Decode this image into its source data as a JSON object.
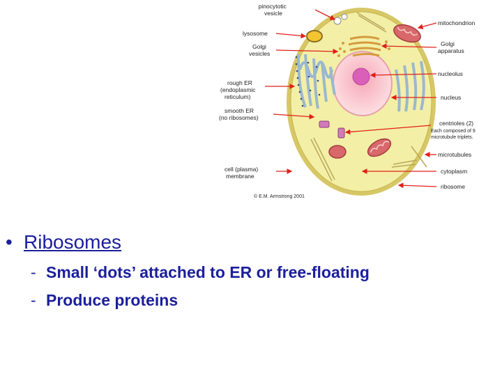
{
  "diagram": {
    "labels": {
      "pinocytotic": [
        "pinocytotic",
        "vesicle"
      ],
      "lysosome": "lysosome",
      "golgi_vesicles": [
        "Golgi",
        "vesicles"
      ],
      "rough_er": [
        "rough ER",
        "(endoplasmic",
        "reticulum)"
      ],
      "smooth_er": [
        "smooth ER",
        "(no ribosomes)"
      ],
      "cell_membrane": [
        "cell (plasma)",
        "membrane"
      ],
      "mitochondrion": "mitochondrion",
      "golgi_apparatus": [
        "Golgi",
        "apparatus"
      ],
      "nucleolus": "nucleolus",
      "nucleus": "nucleus",
      "centrioles": [
        "centrioles (2)",
        "Each composed of 9",
        "microtubule triplets."
      ],
      "microtubules": "microtubules",
      "cytoplasm": "cytoplasm",
      "ribosome": "ribosome",
      "copyright": "© E.M. Armstrong 2001"
    },
    "colors": {
      "cell_fill": "#f3efa6",
      "membrane": "#d7c766",
      "nucleus": "#fbd6dc",
      "nucleolus": "#d95fb8",
      "mitochondria": "#d9686a",
      "arrow": "#e0201b",
      "er": "#9ab8cf"
    }
  },
  "bullet": {
    "marker": "•",
    "title": "Ribosomes",
    "items": [
      "Small ‘dots’ attached to ER or free-floating",
      "Produce proteins"
    ],
    "color": "#1b1f9c"
  }
}
